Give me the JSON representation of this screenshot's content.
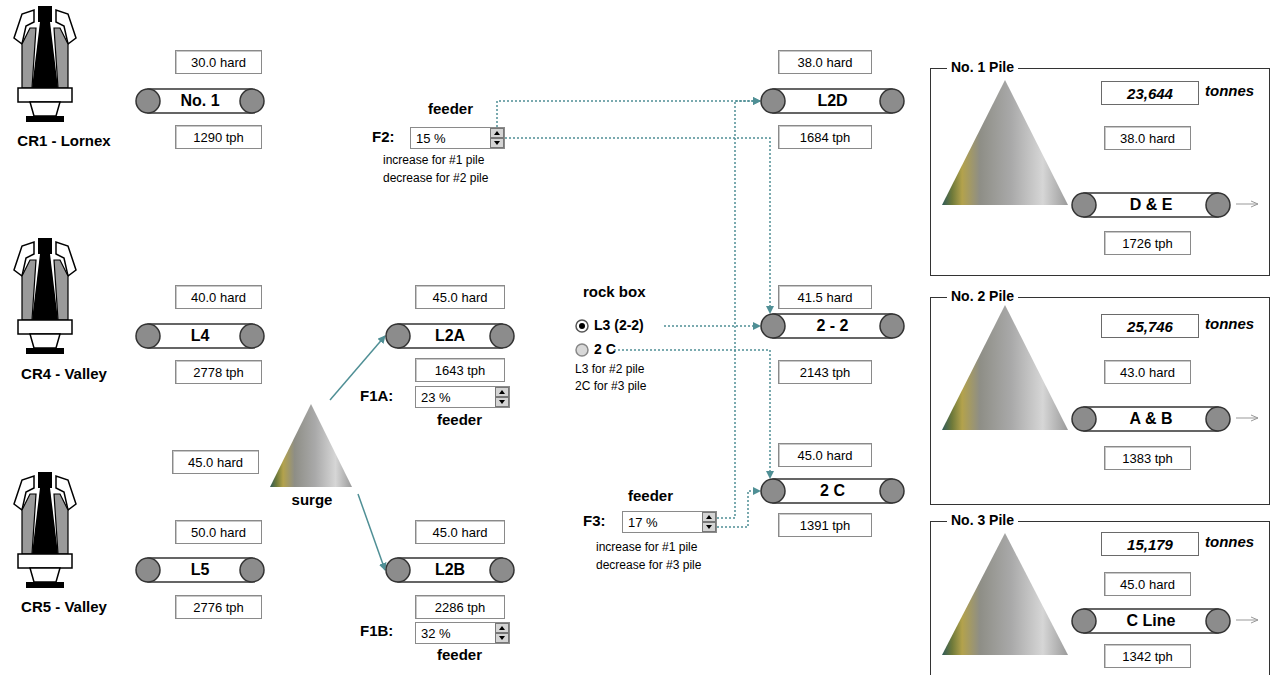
{
  "diagram": {
    "nodes": [
      {
        "text": [
          "CR1 - Lornex"
        ]
      },
      {
        "text": [
          "30.0 hard"
        ]
      },
      {
        "text": [
          "No. 1"
        ]
      },
      {
        "text": [
          "1290 tph"
        ]
      },
      {
        "text": [
          "CR4 - Valley"
        ]
      },
      {
        "text": [
          "40.0 hard"
        ]
      },
      {
        "text": [
          "L4"
        ]
      },
      {
        "text": [
          "2778 tph"
        ]
      },
      {
        "text": [
          "CR5 - Valley"
        ]
      },
      {
        "text": [
          "50.0 hard"
        ]
      },
      {
        "text": [
          "L5"
        ]
      },
      {
        "text": [
          "2776 tph"
        ]
      },
      {
        "text": [
          "surge"
        ]
      },
      {
        "text": [
          "45.0 hard"
        ]
      },
      {
        "text": [
          "15 %"
        ]
      },
      {
        "text": [
          "45.0 hard"
        ]
      },
      {
        "text": [
          "L2A"
        ]
      },
      {
        "text": [
          "1643 tph"
        ]
      },
      {
        "text": [
          "23 %"
        ]
      },
      {
        "text": [
          "45.0 hard"
        ]
      },
      {
        "text": [
          "L2B"
        ]
      },
      {
        "text": [
          "2286 tph"
        ]
      },
      {
        "text": [
          "32 %"
        ]
      },
      {
        "text": [
          "17 %"
        ]
      },
      {
        "text": [
          "38.0 hard"
        ]
      },
      {
        "text": [
          "L2D"
        ]
      },
      {
        "text": [
          "1684 tph"
        ]
      },
      {
        "text": [
          "41.5 hard"
        ]
      },
      {
        "text": [
          "2 - 2"
        ]
      },
      {
        "text": [
          "2143 tph"
        ]
      },
      {
        "text": [
          "45.0 hard"
        ]
      },
      {
        "text": [
          "2 C"
        ]
      },
      {
        "text": [
          "1391 tph"
        ]
      },
      {
        "text": [
          "No. 1 Pile"
        ]
      },
      {
        "text": [
          "23,644"
        ],
        "in": 33
      },
      {
        "text": [
          "38.0 hard"
        ],
        "in": 33
      },
      {
        "text": [
          "D & E"
        ],
        "in": 33
      },
      {
        "text": [
          "1726 tph"
        ],
        "in": 33
      },
      {
        "text": [
          "No. 2 Pile"
        ]
      },
      {
        "text": [
          "25,746"
        ],
        "in": 38
      },
      {
        "text": [
          "43.0 hard"
        ],
        "in": 38
      },
      {
        "text": [
          "A & B"
        ],
        "in": 38
      },
      {
        "text": [
          "1383 tph"
        ],
        "in": 38
      },
      {
        "text": [
          "No. 3 Pile"
        ]
      },
      {
        "text": [
          "15,179"
        ],
        "in": 43
      },
      {
        "text": [
          "45.0 hard"
        ],
        "in": 43
      },
      {
        "text": [
          "C Line"
        ],
        "in": 43
      },
      {
        "text": [
          "1342 tph"
        ],
        "in": 43
      }
    ],
    "edges": [
      {
        "from": 12,
        "to": 16,
        "arrow": "to"
      },
      {
        "from": 12,
        "to": 20,
        "arrow": "to"
      },
      {
        "from": 14,
        "to": 25,
        "arrow": "to"
      },
      {
        "from": 14,
        "to": 28,
        "arrow": "to"
      },
      {
        "from": 23,
        "to": 25,
        "arrow": "to"
      },
      {
        "from": 23,
        "to": 31,
        "arrow": "to"
      }
    ],
    "labels": [
      "feeder",
      "F2:",
      "increase for #1 pile",
      "decrease for #2 pile",
      "F1A:",
      "feeder",
      "F1B:",
      "feeder",
      "rock box",
      "L3 (2-2)",
      "2 C",
      "L3 for #2 pile",
      "2C for #3 pile",
      "feeder",
      "F3:",
      "increase for #1 pile",
      "decrease for #3 pile",
      "tonnes",
      "tonnes",
      "tonnes"
    ]
  }
}
